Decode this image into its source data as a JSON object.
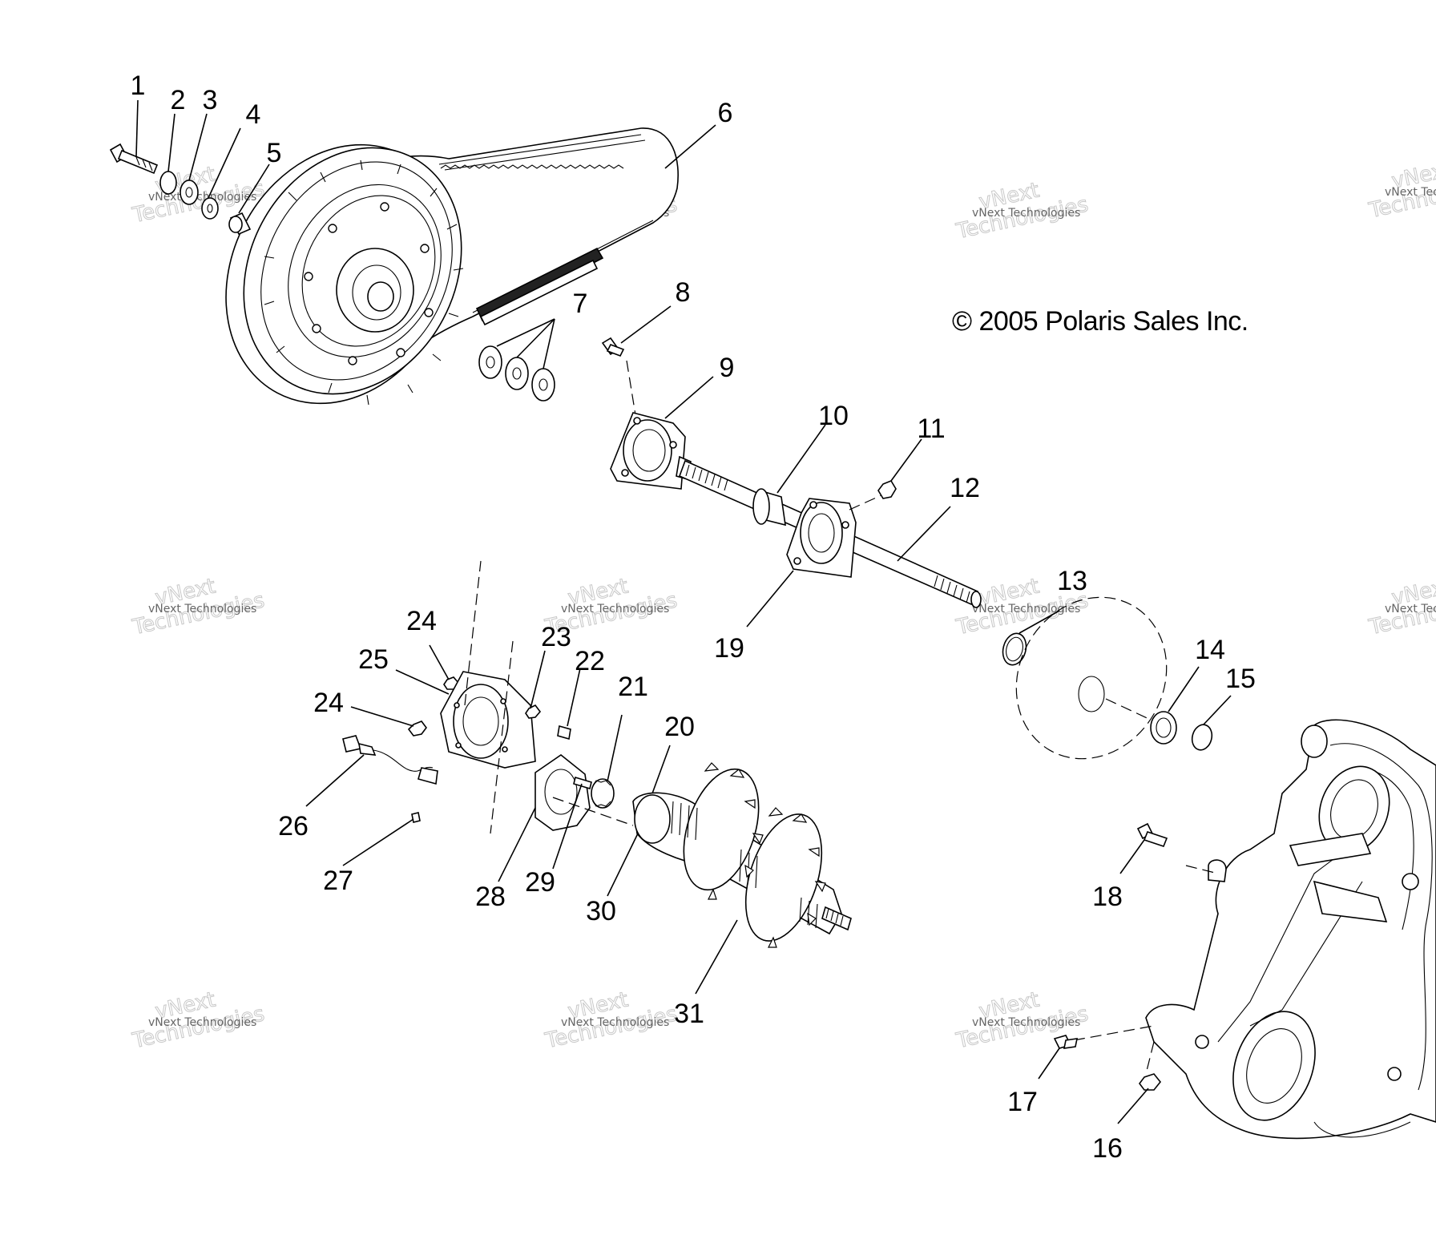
{
  "copyright": "© 2005 Polaris Sales Inc.",
  "watermark": {
    "line1": "vNext Technologies",
    "line2": "vNext",
    "line3": "Technologies"
  },
  "callouts": [
    "1",
    "2",
    "3",
    "4",
    "5",
    "6",
    "7",
    "8",
    "9",
    "10",
    "11",
    "12",
    "13",
    "14",
    "15",
    "16",
    "17",
    "18",
    "19",
    "20",
    "21",
    "22",
    "23",
    "24",
    "24",
    "25",
    "26",
    "27",
    "28",
    "29",
    "30",
    "31"
  ]
}
